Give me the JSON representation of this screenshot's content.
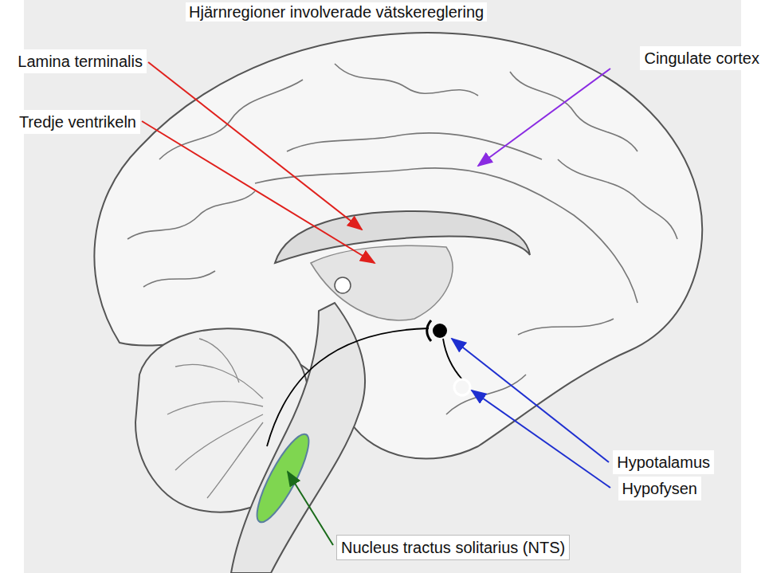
{
  "diagram": {
    "title": "Hjärnregioner involverade vätskereglering",
    "labels": [
      "Lamina terminalis",
      "Cingulate cortex",
      "Tredje ventrikeln",
      "Hypotalamus",
      "Hypofysen",
      "Nucleus tractus solitarius (NTS)"
    ]
  }
}
